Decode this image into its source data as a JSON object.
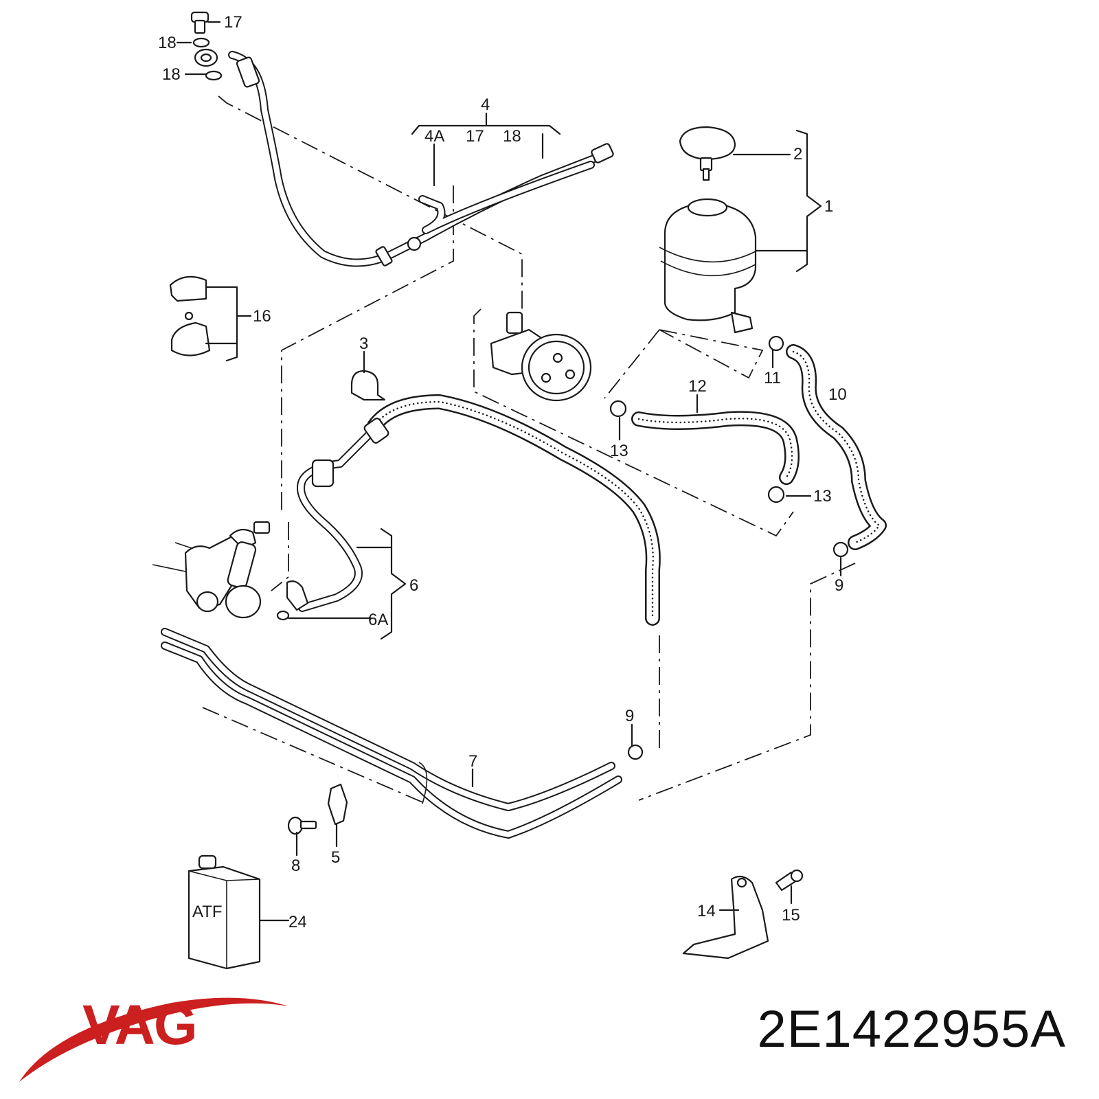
{
  "diagram": {
    "callouts": {
      "c1": "1",
      "c2": "2",
      "c3": "3",
      "c4": "4",
      "c4a": "4A",
      "c4_17": "17",
      "c4_18": "18",
      "c5": "5",
      "c6": "6",
      "c6a": "6A",
      "c7": "7",
      "c8": "8",
      "c9a": "9",
      "c9b": "9",
      "c10": "10",
      "c11": "11",
      "c12": "12",
      "c13a": "13",
      "c13b": "13",
      "c14": "14",
      "c15": "15",
      "c16": "16",
      "c17": "17",
      "c18a": "18",
      "c18b": "18",
      "c24": "24"
    },
    "atf_label": "ATF"
  },
  "brand": {
    "logo_text": "VAG",
    "logo_color": "#cc1f1f"
  },
  "part_number": "2E1422955A"
}
